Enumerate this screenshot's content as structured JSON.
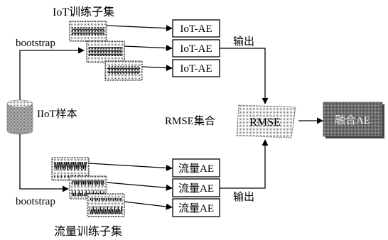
{
  "diagram": {
    "iot_subset_label": "IoT训练子集",
    "flow_subset_label": "流量训练子集",
    "bootstrap_top": "bootstrap",
    "bootstrap_bottom": "bootstrap",
    "source_label": "IIoT样本",
    "iot_ae": [
      "IoT-AE",
      "IoT-AE",
      "IoT-AE"
    ],
    "flow_ae": [
      "流量AE",
      "流量AE",
      "流量AE"
    ],
    "output_top": "输出",
    "output_bottom": "输出",
    "rmse_set_label": "RMSE集合",
    "rmse": "RMSE",
    "fusion_ae": "融合AE"
  }
}
